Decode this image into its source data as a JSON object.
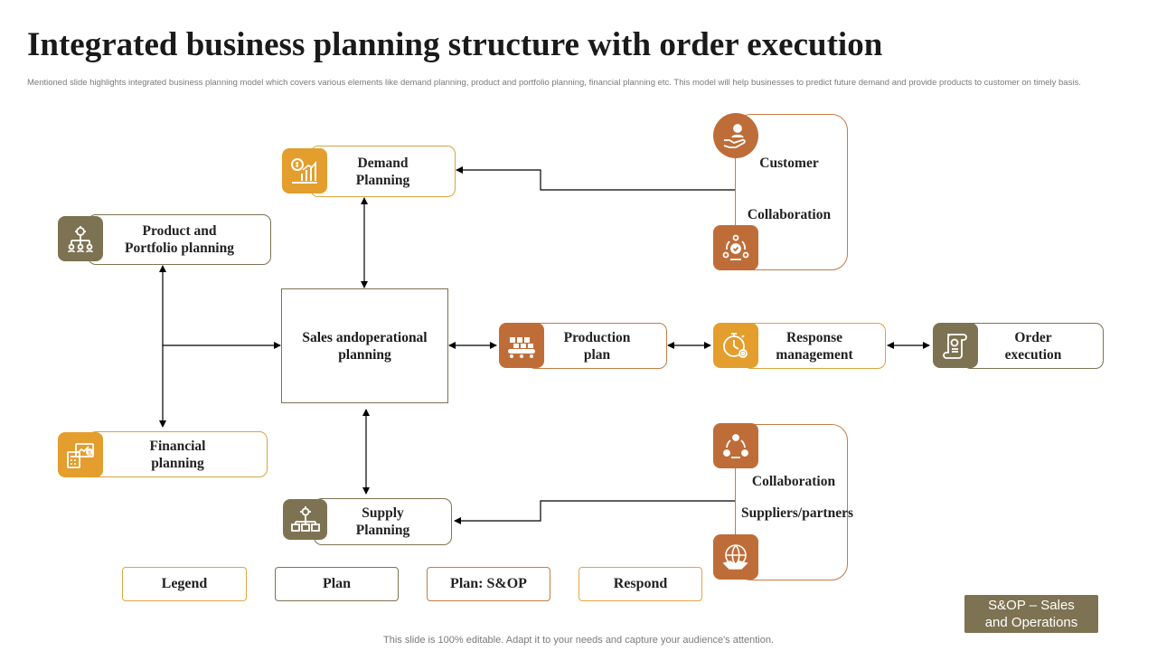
{
  "title": "Integrated business planning structure with order execution",
  "subtitle": "Mentioned slide highlights integrated business planning model which covers various elements like demand planning, product and portfolio planning, financial planning etc. This model will help businesses to predict future demand and provide products to customer on timely basis.",
  "nodes": {
    "demand": [
      "Demand",
      "Planning"
    ],
    "product": [
      "Product and",
      "Portfolio planning"
    ],
    "financial": [
      "Financial",
      "planning"
    ],
    "supply": [
      "Supply",
      "Planning"
    ],
    "center": [
      "Sales and",
      "operational planning"
    ],
    "production": [
      "Production",
      "plan"
    ],
    "response": [
      "Response",
      "management"
    ],
    "order": [
      "Order",
      "execution"
    ]
  },
  "customer_card": {
    "top": "Customer",
    "bottom": "Collaboration"
  },
  "supplier_card": {
    "top": "Collaboration",
    "bottom": [
      "Suppliers/",
      "partners"
    ]
  },
  "legend": {
    "legend": "Legend",
    "plan": "Plan",
    "plan_sop": "Plan: S&OP",
    "respond": "Respond"
  },
  "sop_note": [
    "S&OP – Sales",
    "and Operations"
  ],
  "footer": "This slide is 100% editable. Adapt it to your needs and capture your audience's attention.",
  "colors": {
    "gold": "#e39e2d",
    "olive": "#7d7352",
    "brown": "#bf6d38"
  },
  "icons": {
    "demand": "dollar-bar-chart-icon",
    "product": "gear-people-hierarchy-icon",
    "financial": "calculator-dollar-icon",
    "supply": "gear-network-icon",
    "production": "conveyor-boxes-icon",
    "response": "stopwatch-gear-icon",
    "order": "certificate-scroll-icon",
    "customer": "hand-person-icon",
    "customer_collab": "people-cycle-check-icon",
    "supplier_collab": "people-cycle-icon",
    "supplier": "globe-handshake-icon"
  }
}
